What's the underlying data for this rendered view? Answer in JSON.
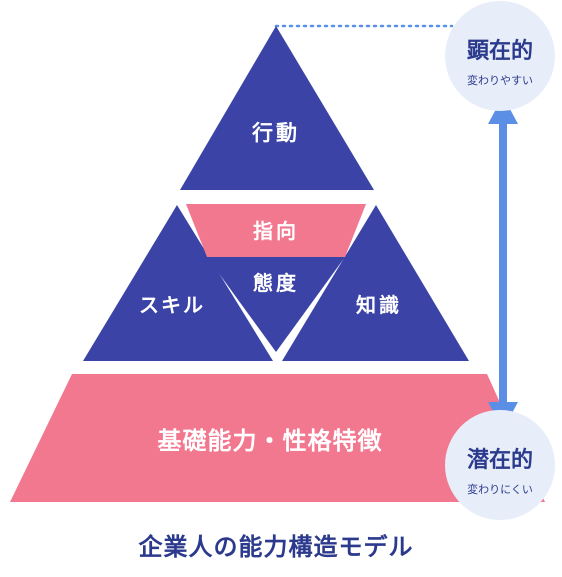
{
  "title": "企業人の能力構造モデル",
  "layers": {
    "action": "行動",
    "orientation": "指向",
    "attitude": "態度",
    "skill": "スキル",
    "knowledge": "知識",
    "foundation": "基礎能力・性格特徴"
  },
  "scale": {
    "visible": {
      "title": "顕在的",
      "subtitle": "変わりやすい"
    },
    "latent": {
      "title": "潜在的",
      "subtitle": "変わりにくい"
    }
  },
  "colors": {
    "navy": "#3b44a6",
    "pink": "#f2788f",
    "circle": "#e7eefa",
    "arrow": "#5b8fe6",
    "text_dark": "#2b3a8c"
  }
}
